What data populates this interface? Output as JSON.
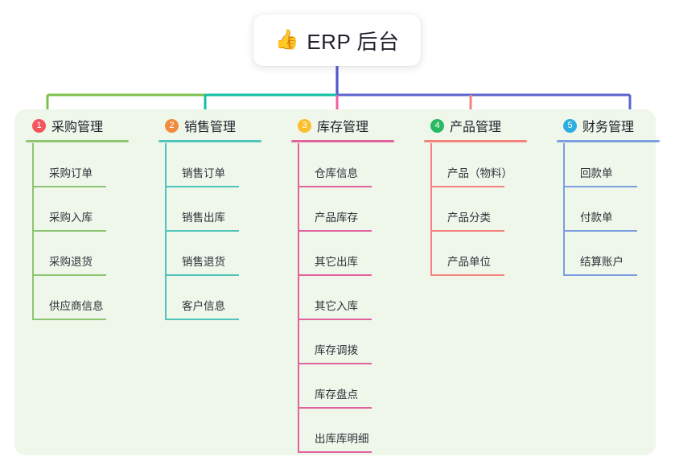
{
  "root": {
    "icon": "thumbs-up-icon",
    "emoji": "👍",
    "title": "ERP 后台"
  },
  "theme": {
    "panel_background": "#eef7ea",
    "page_background": "#ffffff",
    "text_color": "#20232b",
    "root_stem_color": "#4f58c9"
  },
  "connectors": {
    "bus_segments": [
      {
        "name": "bus-green",
        "color": "#7cc04b"
      },
      {
        "name": "bus-teal",
        "color": "#12bfa5"
      },
      {
        "name": "bus-blue",
        "color": "#5b63cf"
      }
    ]
  },
  "columns": [
    {
      "number": "1",
      "title": "采购管理",
      "badge_color": "#f5555d",
      "line_color": "#8dc572",
      "items": [
        {
          "label": "采购订单"
        },
        {
          "label": "采购入库"
        },
        {
          "label": "采购退货"
        },
        {
          "label": "供应商信息"
        }
      ]
    },
    {
      "number": "2",
      "title": "销售管理",
      "badge_color": "#f08a3c",
      "line_color": "#4fc4bb",
      "items": [
        {
          "label": "销售订单"
        },
        {
          "label": "销售出库"
        },
        {
          "label": "销售退货"
        },
        {
          "label": "客户信息"
        }
      ]
    },
    {
      "number": "3",
      "title": "库存管理",
      "badge_color": "#fbc02d",
      "line_color": "#e262a0",
      "items": [
        {
          "label": "仓库信息"
        },
        {
          "label": "产品库存"
        },
        {
          "label": "其它出库"
        },
        {
          "label": "其它入库"
        },
        {
          "label": "库存调拨"
        },
        {
          "label": "库存盘点"
        },
        {
          "label": "出库库明细"
        }
      ]
    },
    {
      "number": "4",
      "title": "产品管理",
      "badge_color": "#28b962",
      "line_color": "#f4827f",
      "items": [
        {
          "label": "产品（物料）"
        },
        {
          "label": "产品分类"
        },
        {
          "label": "产品单位"
        }
      ]
    },
    {
      "number": "5",
      "title": "财务管理",
      "badge_color": "#2eaee0",
      "line_color": "#7b9fe0",
      "items": [
        {
          "label": "回款单"
        },
        {
          "label": "付款单"
        },
        {
          "label": "结算账户"
        }
      ]
    }
  ]
}
